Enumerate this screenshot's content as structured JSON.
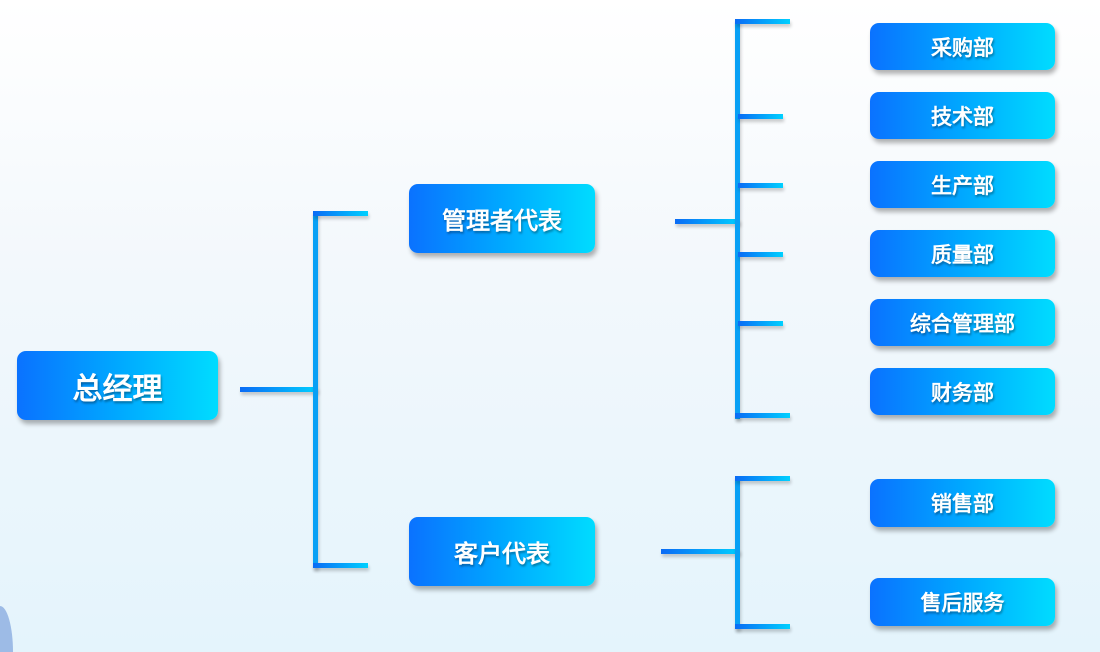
{
  "root": {
    "label": "总经理"
  },
  "level2": [
    {
      "label": "管理者代表",
      "children": [
        "采购部",
        "技术部",
        "生产部",
        "质量部",
        "综合管理部",
        "财务部"
      ]
    },
    {
      "label": "客户代表",
      "children": [
        "销售部",
        "售后服务"
      ]
    }
  ],
  "colors": {
    "box_start": "#0a72ff",
    "box_end": "#00dcff",
    "line": "#08a0f5"
  }
}
